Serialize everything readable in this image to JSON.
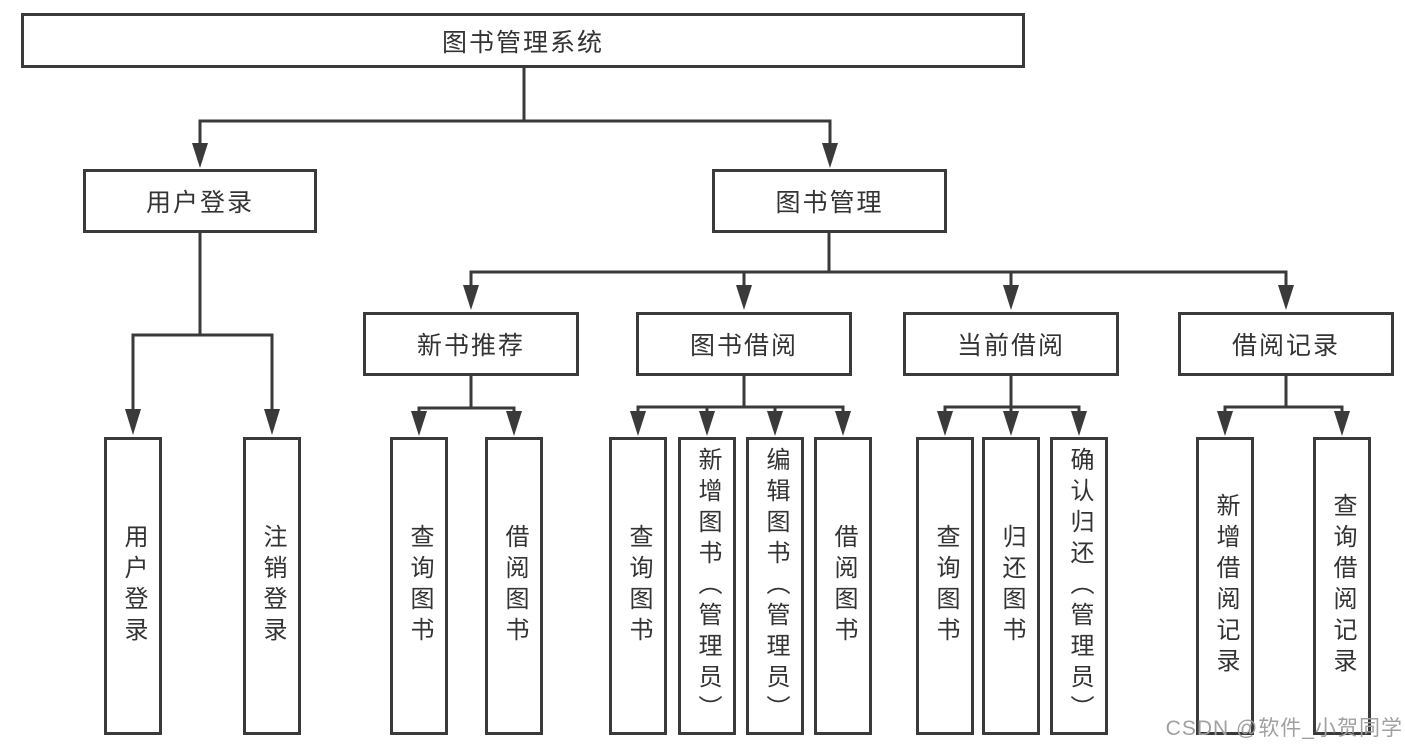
{
  "diagram": {
    "root": {
      "label": "图书管理系统"
    },
    "level2": [
      {
        "label": "用户登录"
      },
      {
        "label": "图书管理"
      }
    ],
    "level3": [
      {
        "label": "新书推荐",
        "parent": "图书管理"
      },
      {
        "label": "图书借阅",
        "parent": "图书管理"
      },
      {
        "label": "当前借阅",
        "parent": "图书管理"
      },
      {
        "label": "借阅记录",
        "parent": "图书管理"
      }
    ],
    "level4": [
      {
        "label": "用户登录",
        "parent": "用户登录"
      },
      {
        "label": "注销登录",
        "parent": "用户登录"
      },
      {
        "label": "查询图书",
        "parent": "新书推荐"
      },
      {
        "label": "借阅图书",
        "parent": "新书推荐"
      },
      {
        "label": "查询图书",
        "parent": "图书借阅"
      },
      {
        "label": "新增图书（管理员）",
        "parent": "图书借阅"
      },
      {
        "label": "编辑图书（管理员）",
        "parent": "图书借阅"
      },
      {
        "label": "借阅图书",
        "parent": "图书借阅"
      },
      {
        "label": "查询图书",
        "parent": "当前借阅"
      },
      {
        "label": "归还图书",
        "parent": "当前借阅"
      },
      {
        "label": "确认归还（管理员）",
        "parent": "当前借阅"
      },
      {
        "label": "新增借阅记录",
        "parent": "借阅记录"
      },
      {
        "label": "查询借阅记录",
        "parent": "借阅记录"
      }
    ]
  },
  "watermark": "CSDN @软件_小贺同学",
  "colors": {
    "line": "#3a3a3a",
    "text": "#333333",
    "background": "#ffffff",
    "watermark": "#a0a0a0"
  }
}
